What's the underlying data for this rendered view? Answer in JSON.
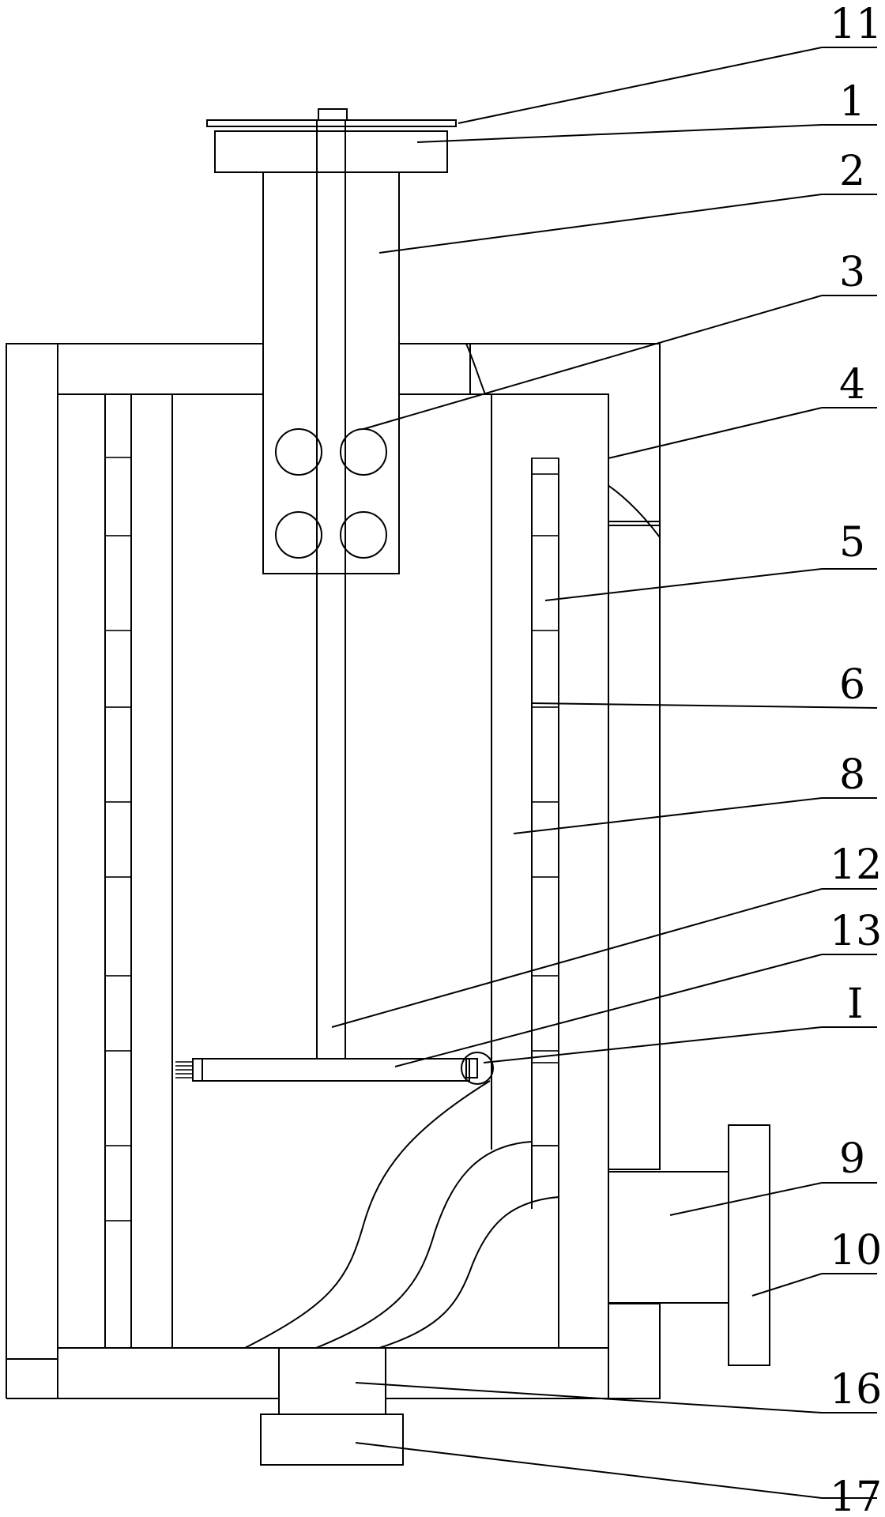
{
  "figure": {
    "labels": [
      {
        "id": "11",
        "text": "11"
      },
      {
        "id": "1",
        "text": "1"
      },
      {
        "id": "2",
        "text": "2"
      },
      {
        "id": "3",
        "text": "3"
      },
      {
        "id": "4",
        "text": "4"
      },
      {
        "id": "5",
        "text": "5"
      },
      {
        "id": "6",
        "text": "6"
      },
      {
        "id": "8",
        "text": "8"
      },
      {
        "id": "12",
        "text": "12"
      },
      {
        "id": "13",
        "text": "13"
      },
      {
        "id": "I",
        "text": "I"
      },
      {
        "id": "9",
        "text": "9"
      },
      {
        "id": "10",
        "text": "10"
      },
      {
        "id": "16",
        "text": "16"
      },
      {
        "id": "17",
        "text": "17"
      }
    ]
  }
}
